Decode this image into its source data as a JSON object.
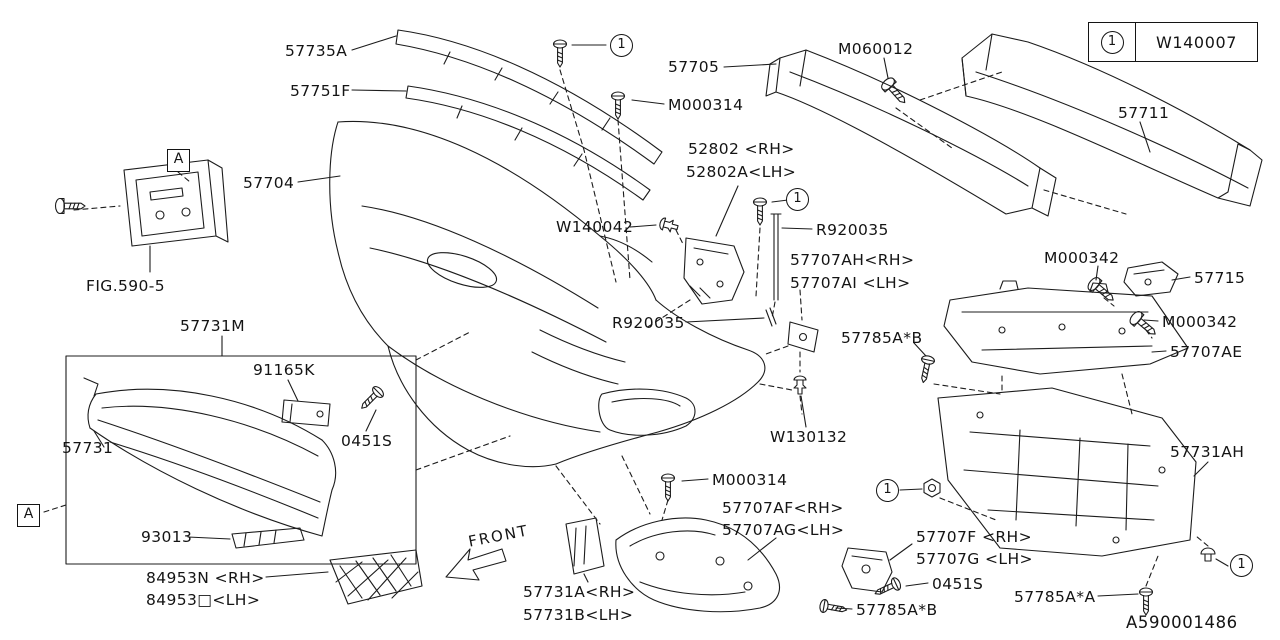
{
  "symbols": {
    "callout": "1",
    "section_marker": "A"
  },
  "legend": {
    "callout": "1",
    "part_number": "W140007"
  },
  "title_block": {
    "drawing_number": "A590001486"
  },
  "orientation": {
    "front_label": "FRONT"
  },
  "reference": {
    "figure": "FIG.590-5"
  },
  "labels": {
    "p57735A": "57735A",
    "p57751F": "57751F",
    "p57705": "57705",
    "m060012": "M060012",
    "m000314_top": "M000314",
    "p57711": "57711",
    "p57704": "57704",
    "p52802_rh": "52802 <RH>",
    "p52802a_lh": "52802A<LH>",
    "w140042": "W140042",
    "r920035_a": "R920035",
    "p57707ah_rh": "57707AH<RH>",
    "p57707ai_lh": "57707AI <LH>",
    "m000342_a": "M000342",
    "p57715": "57715",
    "m000342_b": "M000342",
    "p57731m": "57731M",
    "r920035_b": "R920035",
    "p57785ab_a": "57785A*B",
    "p57707ae": "57707AE",
    "p91165k": "91165K",
    "p0451s_a": "0451S",
    "p57731": "57731",
    "w130132": "W130132",
    "p57731ah": "57731AH",
    "p93013": "93013",
    "m000314_b": "M000314",
    "p57707af_rh": "57707AF<RH>",
    "p57707ag_lh": "57707AG<LH>",
    "p84953n_rh": "84953N <RH>",
    "p84953o_lh": "84953□<LH>",
    "p57731a_rh": "57731A<RH>",
    "p57731b_lh": "57731B<LH>",
    "p57707f_rh": "57707F <RH>",
    "p57707g_lh": "57707G <LH>",
    "p0451s_b": "0451S",
    "p57785ab_b": "57785A*B",
    "p57785aa": "57785A*A"
  }
}
